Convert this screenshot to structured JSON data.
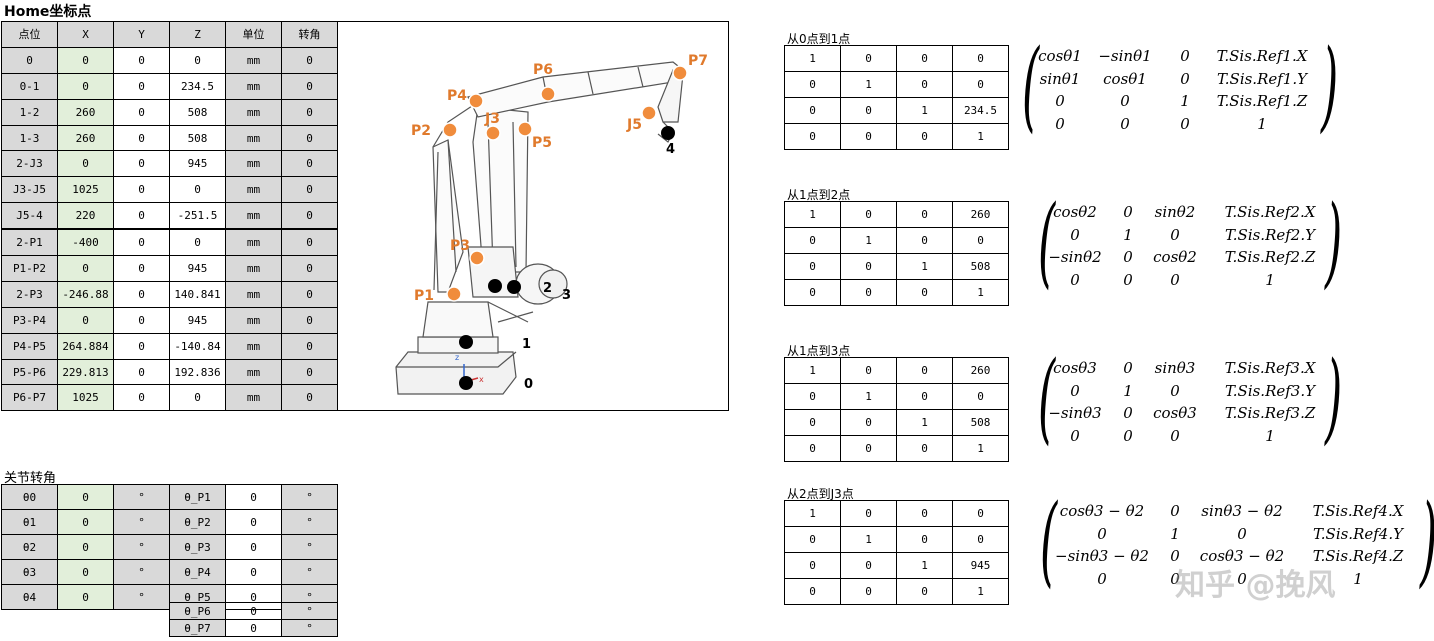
{
  "home": {
    "title": "Home坐标点",
    "headers": [
      "点位",
      "X",
      "Y",
      "Z",
      "单位",
      "转角"
    ],
    "rows": [
      [
        "0",
        "0",
        "0",
        "0",
        "mm",
        "0"
      ],
      [
        "0-1",
        "0",
        "0",
        "234.5",
        "mm",
        "0"
      ],
      [
        "1-2",
        "260",
        "0",
        "508",
        "mm",
        "0"
      ],
      [
        "1-3",
        "260",
        "0",
        "508",
        "mm",
        "0"
      ],
      [
        "2-J3",
        "0",
        "0",
        "945",
        "mm",
        "0"
      ],
      [
        "J3-J5",
        "1025",
        "0",
        "0",
        "mm",
        "0"
      ],
      [
        "J5-4",
        "220",
        "0",
        "-251.5",
        "mm",
        "0"
      ],
      [
        "2-P1",
        "-400",
        "0",
        "0",
        "mm",
        "0"
      ],
      [
        "P1-P2",
        "0",
        "0",
        "945",
        "mm",
        "0"
      ],
      [
        "2-P3",
        "-246.88",
        "0",
        "140.841",
        "mm",
        "0"
      ],
      [
        "P3-P4",
        "0",
        "0",
        "945",
        "mm",
        "0"
      ],
      [
        "P4-P5",
        "264.884",
        "0",
        "-140.84",
        "mm",
        "0"
      ],
      [
        "P5-P6",
        "229.813",
        "0",
        "192.836",
        "mm",
        "0"
      ],
      [
        "P6-P7",
        "1025",
        "0",
        "0",
        "mm",
        "0"
      ]
    ]
  },
  "joints": {
    "title": "关节转角",
    "rows": [
      {
        "name": "θ0",
        "value": "0",
        "unit": "°",
        "name2": "θ_P1",
        "value2": "0",
        "unit2": "°"
      },
      {
        "name": "θ1",
        "value": "0",
        "unit": "°",
        "name2": "θ_P2",
        "value2": "0",
        "unit2": "°"
      },
      {
        "name": "θ2",
        "value": "0",
        "unit": "°",
        "name2": "θ_P3",
        "value2": "0",
        "unit2": "°"
      },
      {
        "name": "θ3",
        "value": "0",
        "unit": "°",
        "name2": "θ_P4",
        "value2": "0",
        "unit2": "°"
      },
      {
        "name": "θ4",
        "value": "0",
        "unit": "°",
        "name2": "θ_P5",
        "value2": "0",
        "unit2": "°"
      }
    ],
    "extra": [
      {
        "name2": "θ_P6",
        "value2": "0",
        "unit2": "°"
      },
      {
        "name2": "θ_P7",
        "value2": "0",
        "unit2": "°"
      }
    ]
  },
  "diagram": {
    "points": [
      "P1",
      "P2",
      "P3",
      "P4",
      "P5",
      "P6",
      "P7",
      "J3",
      "J5"
    ],
    "numbers": [
      "0",
      "1",
      "2",
      "3",
      "4"
    ],
    "axis_labels": [
      "z",
      "x"
    ]
  },
  "transforms": [
    {
      "title": "从0点到1点",
      "matrix": [
        [
          "1",
          "0",
          "0",
          "0"
        ],
        [
          "0",
          "1",
          "0",
          "0"
        ],
        [
          "0",
          "0",
          "1",
          "234.5"
        ],
        [
          "0",
          "0",
          "0",
          "1"
        ]
      ],
      "formula": [
        [
          "cosθ1",
          "−sinθ1",
          "0",
          "T.Sis.Ref1.X"
        ],
        [
          "sinθ1",
          "cosθ1",
          "0",
          "T.Sis.Ref1.Y"
        ],
        [
          "0",
          "0",
          "1",
          "T.Sis.Ref1.Z"
        ],
        [
          "0",
          "0",
          "0",
          "1"
        ]
      ]
    },
    {
      "title": "从1点到2点",
      "matrix": [
        [
          "1",
          "0",
          "0",
          "260"
        ],
        [
          "0",
          "1",
          "0",
          "0"
        ],
        [
          "0",
          "0",
          "1",
          "508"
        ],
        [
          "0",
          "0",
          "0",
          "1"
        ]
      ],
      "formula": [
        [
          "cosθ2",
          "0",
          "sinθ2",
          "T.Sis.Ref2.X"
        ],
        [
          "0",
          "1",
          "0",
          "T.Sis.Ref2.Y"
        ],
        [
          "−sinθ2",
          "0",
          "cosθ2",
          "T.Sis.Ref2.Z"
        ],
        [
          "0",
          "0",
          "0",
          "1"
        ]
      ]
    },
    {
      "title": "从1点到3点",
      "matrix": [
        [
          "1",
          "0",
          "0",
          "260"
        ],
        [
          "0",
          "1",
          "0",
          "0"
        ],
        [
          "0",
          "0",
          "1",
          "508"
        ],
        [
          "0",
          "0",
          "0",
          "1"
        ]
      ],
      "formula": [
        [
          "cosθ3",
          "0",
          "sinθ3",
          "T.Sis.Ref3.X"
        ],
        [
          "0",
          "1",
          "0",
          "T.Sis.Ref3.Y"
        ],
        [
          "−sinθ3",
          "0",
          "cosθ3",
          "T.Sis.Ref3.Z"
        ],
        [
          "0",
          "0",
          "0",
          "1"
        ]
      ]
    },
    {
      "title": "从2点到J3点",
      "matrix": [
        [
          "1",
          "0",
          "0",
          "0"
        ],
        [
          "0",
          "1",
          "0",
          "0"
        ],
        [
          "0",
          "0",
          "1",
          "945"
        ],
        [
          "0",
          "0",
          "0",
          "1"
        ]
      ],
      "formula": [
        [
          "cosθ3 − θ2",
          "0",
          "sinθ3 − θ2",
          "T.Sis.Ref4.X"
        ],
        [
          "0",
          "1",
          "0",
          "T.Sis.Ref4.Y"
        ],
        [
          "−sinθ3 − θ2",
          "0",
          "cosθ3 − θ2",
          "T.Sis.Ref4.Z"
        ],
        [
          "0",
          "0",
          "0",
          "1"
        ]
      ]
    }
  ],
  "watermark": "知乎 @挽风"
}
